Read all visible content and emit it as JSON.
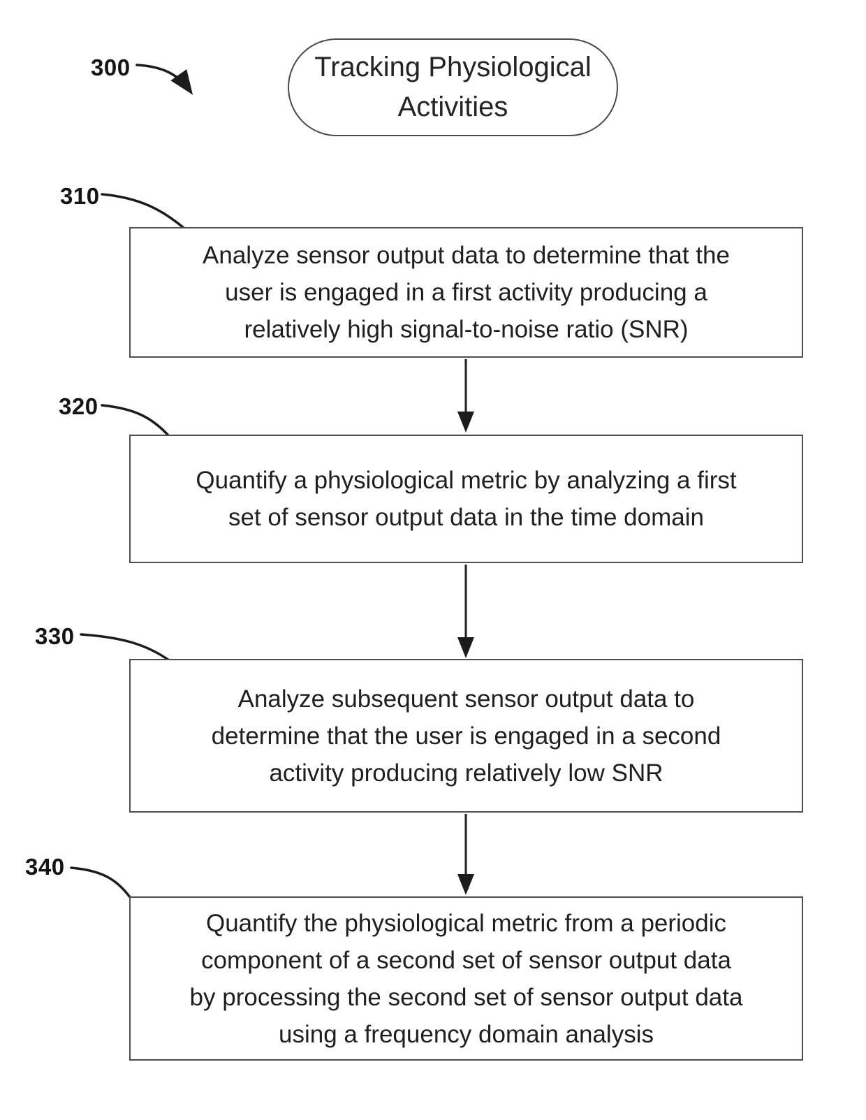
{
  "figure": {
    "figure_ref": "300",
    "start_node": {
      "text": "Tracking Physiological Activities",
      "lines": [
        "Tracking Physiological",
        "Activities"
      ]
    },
    "steps": [
      {
        "ref": "310",
        "text": "Analyze sensor output data to determine that the user is engaged in a first activity producing a relatively high signal-to-noise ratio (SNR)",
        "lines": [
          "Analyze sensor output data to determine that the",
          "user is engaged in a first activity producing a",
          "relatively high signal-to-noise ratio (SNR)"
        ]
      },
      {
        "ref": "320",
        "text": "Quantify a physiological metric by analyzing a first set of sensor output data in the time domain",
        "lines": [
          "Quantify a physiological metric by analyzing a first",
          "set of sensor output data in the time domain"
        ]
      },
      {
        "ref": "330",
        "text": "Analyze subsequent sensor output data to determine that the user is engaged in a second activity producing relatively low SNR",
        "lines": [
          "Analyze subsequent sensor output data to",
          "determine that the user is engaged in a second",
          "activity producing relatively low SNR"
        ]
      },
      {
        "ref": "340",
        "text": "Quantify the physiological metric from a periodic component of a second set of sensor output data by processing the second set of sensor output data using a frequency domain analysis",
        "lines": [
          "Quantify the physiological metric from a periodic",
          "component of a second set of sensor output data",
          "by processing the second set of sensor output data",
          "using a frequency domain analysis"
        ]
      }
    ],
    "colors": {
      "ink": "#1c1c1c",
      "box_border": "#4f4f4f",
      "background": "#ffffff"
    }
  }
}
